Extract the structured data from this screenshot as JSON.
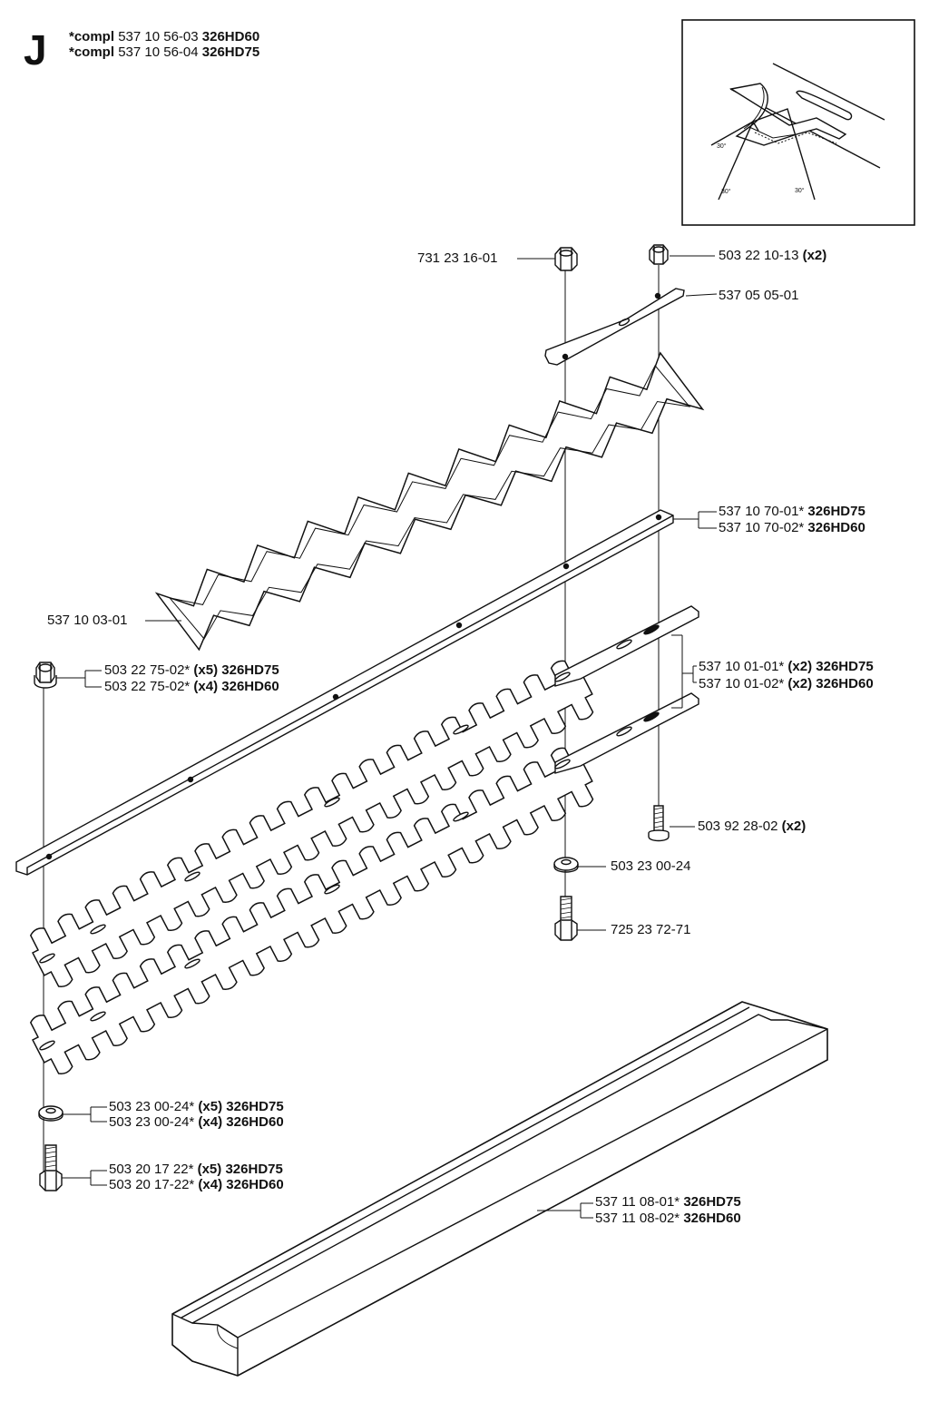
{
  "section_letter": "J",
  "header": [
    {
      "pre": "*compl",
      "num": "537 10 56-03",
      "model": "326HD60"
    },
    {
      "pre": "*compl",
      "num": "537 10 56-04",
      "model": "326HD75"
    }
  ],
  "inset": {
    "angle1": "30°",
    "angle2": "30°",
    "angle3": "30°"
  },
  "labels": {
    "nut_731": {
      "num": "731 23 16-01"
    },
    "nut_503_22_10": {
      "num": "503 22 10-13",
      "qty": "(x2)"
    },
    "plate_537_05": {
      "num": "537 05 05-01"
    },
    "bar_537_10_70": [
      {
        "num": "537 10 70-01*",
        "model": "326HD75"
      },
      {
        "num": "537 10 70-02*",
        "model": "326HD60"
      }
    ],
    "blade_537_10_03": {
      "num": "537 10 03-01"
    },
    "nut_503_22_75": [
      {
        "num": "503 22 75-02*",
        "qty": "(x5)",
        "model": "326HD75"
      },
      {
        "num": "503 22 75-02*",
        "qty": "(x4)",
        "model": "326HD60"
      }
    ],
    "blade_537_10_01": [
      {
        "num": "537 10 01-01*",
        "qty": "(x2)",
        "model": "326HD75"
      },
      {
        "num": "537 10 01-02*",
        "qty": "(x2)",
        "model": "326HD60"
      }
    ],
    "screw_503_92": {
      "num": "503 92 28-02",
      "qty": "(x2)"
    },
    "washer_503_23_right": {
      "num": "503 23 00-24"
    },
    "bolt_725": {
      "num": "725 23 72-71"
    },
    "washer_503_23_left": [
      {
        "num": "503 23 00-24*",
        "qty": "(x5)",
        "model": "326HD75"
      },
      {
        "num": "503 23 00-24*",
        "qty": "(x4)",
        "model": "326HD60"
      }
    ],
    "bolt_503_20": [
      {
        "num": "503 20 17 22*",
        "qty": "(x5)",
        "model": "326HD75"
      },
      {
        "num": "503 20 17-22*",
        "qty": "(x4)",
        "model": "326HD60"
      }
    ],
    "guard_537_11": [
      {
        "num": "537 11 08-01*",
        "model": "326HD75"
      },
      {
        "num": "537 11 08-02*",
        "model": "326HD60"
      }
    ]
  }
}
